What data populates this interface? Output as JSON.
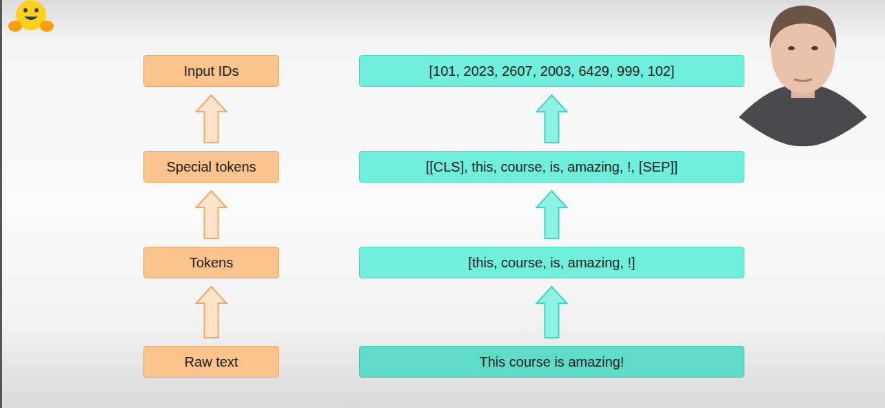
{
  "diagram": {
    "nodes": [
      {
        "text": [
          "Input IDs"
        ]
      },
      {
        "text": [
          "[101, 2023, 2607, 2003, 6429, 999, 102]"
        ]
      },
      {
        "text": [
          "Special tokens"
        ]
      },
      {
        "text": [
          "[[CLS], this, course, is, amazing, !, [SEP]]"
        ]
      },
      {
        "text": [
          "Tokens"
        ]
      },
      {
        "text": [
          "[this, course, is, amazing, !]"
        ]
      },
      {
        "text": [
          "Raw text"
        ]
      },
      {
        "text": [
          "This course is amazing!"
        ]
      }
    ],
    "edges": [
      {
        "from": 6,
        "to": 4,
        "arrow": "to"
      },
      {
        "from": 4,
        "to": 2,
        "arrow": "to"
      },
      {
        "from": 2,
        "to": 0,
        "arrow": "to"
      },
      {
        "from": 7,
        "to": 5,
        "arrow": "to"
      },
      {
        "from": 5,
        "to": 3,
        "arrow": "to"
      },
      {
        "from": 3,
        "to": 1,
        "arrow": "to"
      }
    ]
  }
}
